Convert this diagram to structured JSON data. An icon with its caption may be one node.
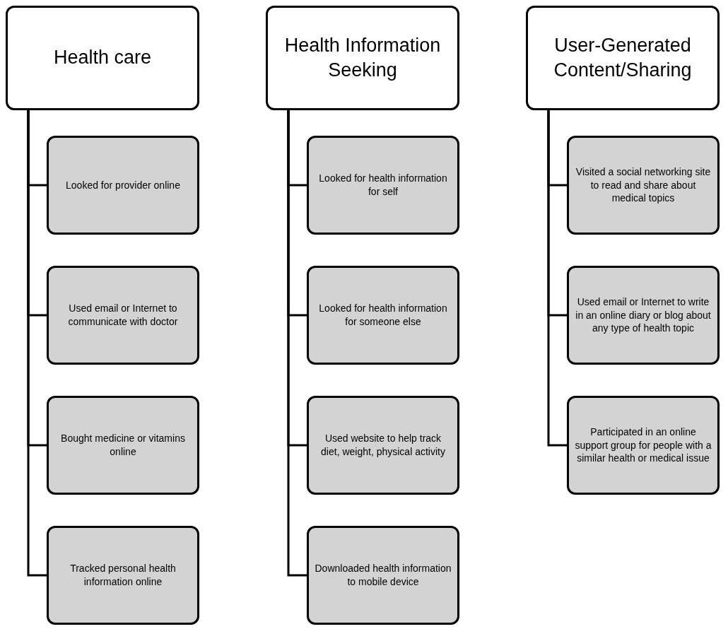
{
  "diagram": {
    "nodes": [
      {
        "text": [
          "Health care"
        ]
      },
      {
        "text": [
          "Looked for provider online"
        ]
      },
      {
        "text": [
          "Used email or Internet to communicate with doctor"
        ]
      },
      {
        "text": [
          "Bought medicine or vitamins online"
        ]
      },
      {
        "text": [
          "Tracked personal health information online"
        ]
      },
      {
        "text": [
          "Health Information Seeking"
        ]
      },
      {
        "text": [
          "Looked for health information for self"
        ]
      },
      {
        "text": [
          "Looked for health information for someone else"
        ]
      },
      {
        "text": [
          "Used website to help track diet, weight, physical activity"
        ]
      },
      {
        "text": [
          "Downloaded health information to mobile device"
        ]
      },
      {
        "text": [
          "User-Generated Content/Sharing"
        ]
      },
      {
        "text": [
          "Visited a social networking site to read and share about medical topics"
        ]
      },
      {
        "text": [
          "Used email or Internet to write in an online diary or blog about any type of health topic"
        ]
      },
      {
        "text": [
          "Participated in an online support group for people with a similar health or medical issue"
        ]
      }
    ],
    "edges": [
      {
        "from": 0,
        "to": 1,
        "arrow": "none"
      },
      {
        "from": 0,
        "to": 2,
        "arrow": "none"
      },
      {
        "from": 0,
        "to": 3,
        "arrow": "none"
      },
      {
        "from": 0,
        "to": 4,
        "arrow": "none"
      },
      {
        "from": 5,
        "to": 6,
        "arrow": "none"
      },
      {
        "from": 5,
        "to": 7,
        "arrow": "none"
      },
      {
        "from": 5,
        "to": 8,
        "arrow": "none"
      },
      {
        "from": 5,
        "to": 9,
        "arrow": "none"
      },
      {
        "from": 10,
        "to": 11,
        "arrow": "none"
      },
      {
        "from": 10,
        "to": 12,
        "arrow": "none"
      },
      {
        "from": 10,
        "to": 13,
        "arrow": "none"
      }
    ]
  }
}
